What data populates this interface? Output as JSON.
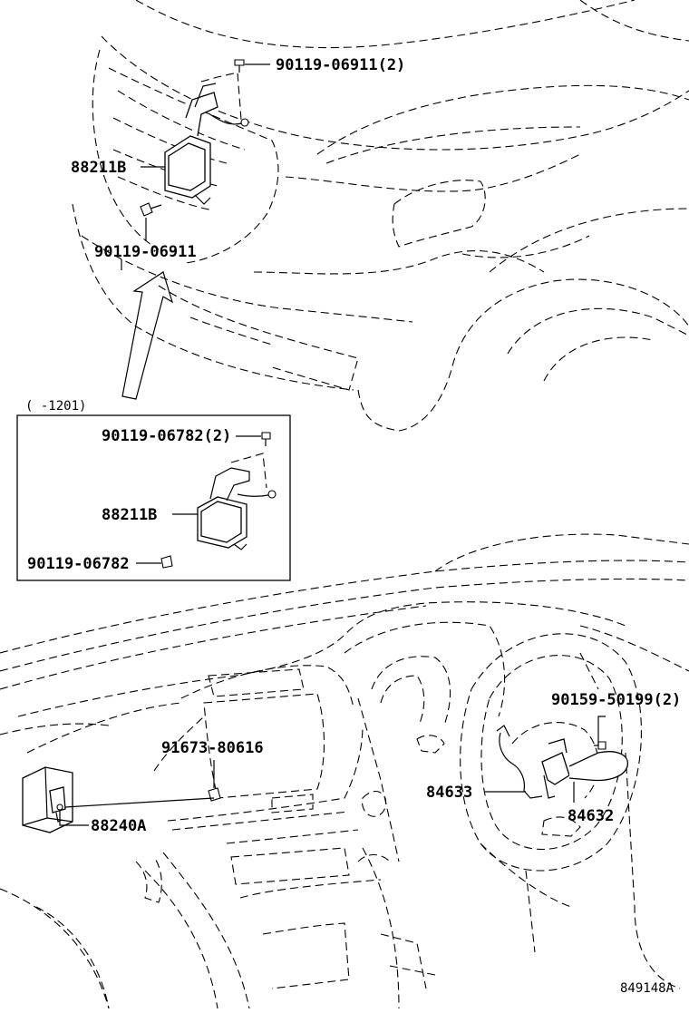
{
  "diagram_id": "849148A",
  "inset": {
    "note": "(      -1201)"
  },
  "labels": {
    "bolt_top_2": "90119-06911(2)",
    "sensor_main": "88211B",
    "bolt_lower": "90119-06911",
    "inset_bolt_2": "90119-06782(2)",
    "inset_sensor": "88211B",
    "inset_bolt": "90119-06782",
    "screw_steering_2": "90159-50199(2)",
    "screw_dash": "91673-80616",
    "switch_wire": "84633",
    "switch_main": "84632",
    "ecu": "88240A"
  }
}
